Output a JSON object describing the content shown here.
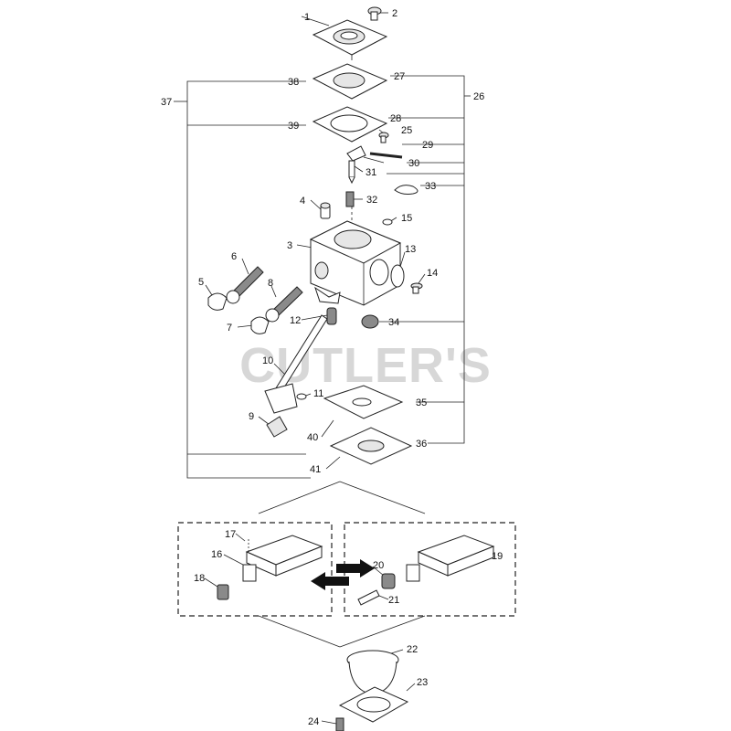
{
  "watermark": "CUTLER'S",
  "callouts": {
    "n1": "1",
    "n2": "2",
    "n3": "3",
    "n4": "4",
    "n5": "5",
    "n6": "6",
    "n7": "7",
    "n8": "8",
    "n9": "9",
    "n10": "10",
    "n11": "11",
    "n12": "12",
    "n13": "13",
    "n14": "14",
    "n15": "15",
    "n16": "16",
    "n17": "17",
    "n18": "18",
    "n19": "19",
    "n20": "20",
    "n21": "21",
    "n22": "22",
    "n23": "23",
    "n24": "24",
    "n25": "25",
    "n26": "26",
    "n27": "27",
    "n28": "28",
    "n29": "29",
    "n30": "30",
    "n31": "31",
    "n32": "32",
    "n33": "33",
    "n34": "34",
    "n35": "35",
    "n36": "36",
    "n37": "37",
    "n38": "38",
    "n39": "39",
    "n40": "40",
    "n41": "41"
  },
  "colors": {
    "line": "#222222",
    "watermark": "#d7d7d7",
    "arrow": "#111111"
  }
}
